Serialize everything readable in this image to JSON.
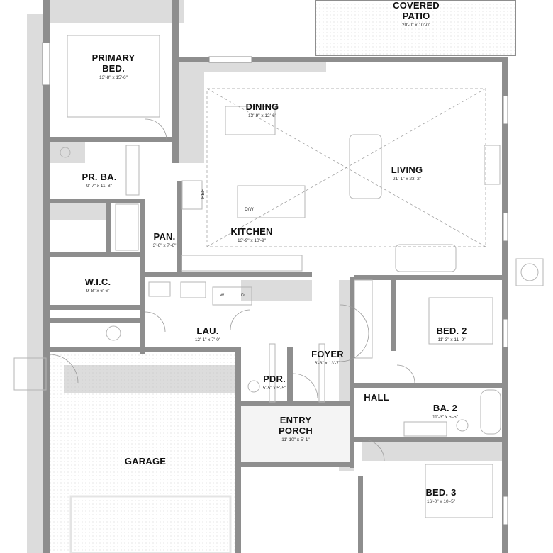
{
  "rooms": {
    "covered_patio": {
      "name_line1": "COVERED",
      "name_line2": "PATIO",
      "dim": "20'-0\" x 10'-0\""
    },
    "primary_bed": {
      "name_line1": "PRIMARY",
      "name_line2": "BED.",
      "dim": "13'-8\" x 15'-6\""
    },
    "dining": {
      "name": "DINING",
      "dim": "13'-9\" x 12'-6\""
    },
    "living": {
      "name": "LIVING",
      "dim": "21'-1\" x 23'-2\""
    },
    "pr_ba": {
      "name": "PR. BA.",
      "dim": "9'-7\" x 11'-8\""
    },
    "kitchen": {
      "name": "KITCHEN",
      "dim": "13'-9\" x 10'-9\""
    },
    "pan": {
      "name": "PAN.",
      "dim": "3'-6\" x 7'-6\""
    },
    "wic": {
      "name": "W.I.C.",
      "dim": "9'-8\" x 6'-6\""
    },
    "lau": {
      "name": "LAU.",
      "dim": "12'-1\" x 7'-0\""
    },
    "bed2": {
      "name": "BED. 2",
      "dim": "11'-3\" x 11'-9\""
    },
    "foyer": {
      "name": "FOYER",
      "dim": "6'-3\" x 13'-7\""
    },
    "pdr": {
      "name": "PDR.",
      "dim": "5'-5\" x 5'-5\""
    },
    "hall": {
      "name": "HALL"
    },
    "ba2": {
      "name": "BA. 2",
      "dim": "11'-3\" x 5'-5\""
    },
    "entry_porch": {
      "name_line1": "ENTRY",
      "name_line2": "PORCH",
      "dim": "11'-10\" x 5'-1\""
    },
    "garage": {
      "name": "GARAGE"
    },
    "bed3": {
      "name": "BED. 3",
      "dim": "16'-0\" x 10'-5\""
    }
  },
  "appliance_tags": {
    "ref": "REF",
    "dw": "D/W",
    "washer": "W",
    "dryer": "D"
  },
  "colors": {
    "wall": "#8e8e8e",
    "shadow": "#d9d9d9",
    "fixture": "#b5b5b5"
  }
}
